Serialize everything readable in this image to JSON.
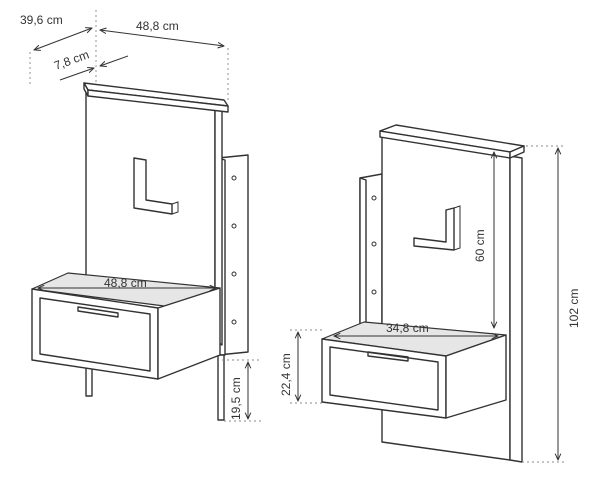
{
  "dimensions": {
    "depth": "39,6 cm",
    "top_width": "48,8 cm",
    "panel_depth": "7,8 cm",
    "shelf_width": "48,8 cm",
    "floor_gap": "19,5 cm",
    "drawer_height": "22,4 cm",
    "panel_height": "60 cm",
    "total_height": "102 cm",
    "shelf_width_right": "34,8 cm"
  }
}
